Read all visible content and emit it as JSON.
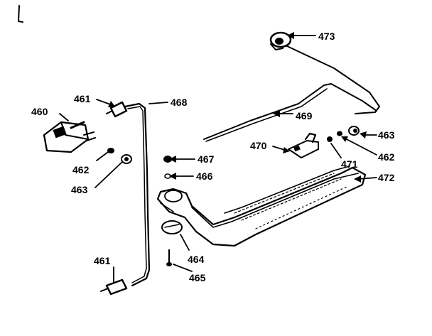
{
  "diagram": {
    "callouts": [
      {
        "id": "c460",
        "text": "460"
      },
      {
        "id": "c461a",
        "text": "461"
      },
      {
        "id": "c461b",
        "text": "461"
      },
      {
        "id": "c462a",
        "text": "462"
      },
      {
        "id": "c462b",
        "text": "462"
      },
      {
        "id": "c463a",
        "text": "463"
      },
      {
        "id": "c463b",
        "text": "463"
      },
      {
        "id": "c464",
        "text": "464"
      },
      {
        "id": "c465",
        "text": "465"
      },
      {
        "id": "c466",
        "text": "466"
      },
      {
        "id": "c467",
        "text": "467"
      },
      {
        "id": "c468",
        "text": "468"
      },
      {
        "id": "c469",
        "text": "469"
      },
      {
        "id": "c470",
        "text": "470"
      },
      {
        "id": "c471",
        "text": "471"
      },
      {
        "id": "c472",
        "text": "472"
      },
      {
        "id": "c473",
        "text": "473"
      }
    ]
  }
}
